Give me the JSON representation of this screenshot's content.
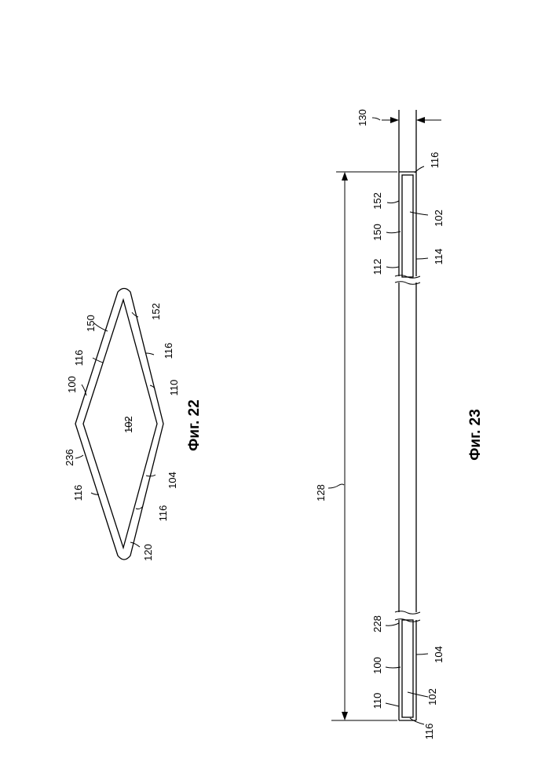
{
  "figure22": {
    "caption": "Фиг. 22",
    "labels": {
      "l150": "150",
      "l116_top": "116",
      "l100": "100",
      "l236": "236",
      "l116_left": "116",
      "l120": "120",
      "l116_bot": "116",
      "l104": "104",
      "l110": "110",
      "l116_right": "116",
      "l152": "152",
      "l102": "102"
    }
  },
  "figure23": {
    "caption": "Фиг. 23",
    "labels": {
      "l130": "130",
      "l116_top": "116",
      "l152": "152",
      "l102_top": "102",
      "l150": "150",
      "l112": "112",
      "l114": "114",
      "l128": "128",
      "l228": "228",
      "l100": "100",
      "l104": "104",
      "l110": "110",
      "l102_bot": "102",
      "l116_bot": "116"
    }
  }
}
